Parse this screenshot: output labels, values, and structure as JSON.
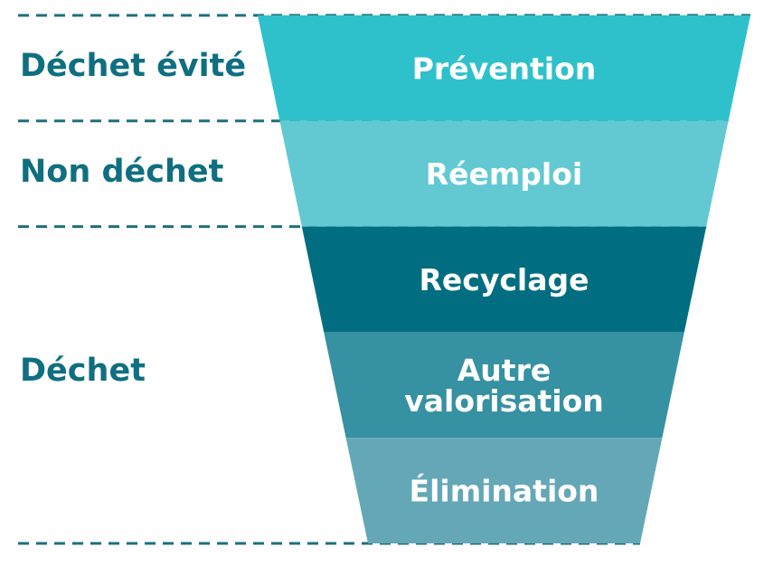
{
  "categories": [
    {
      "label": "Déchet évité"
    },
    {
      "label": "Non déchet"
    },
    {
      "label": "Déchet"
    }
  ],
  "tiers": [
    {
      "lines": [
        "Prévention"
      ],
      "color": "#2ec1cc"
    },
    {
      "lines": [
        "Réemploi"
      ],
      "color": "#62c9d3"
    },
    {
      "lines": [
        "Recyclage"
      ],
      "color": "#006e80"
    },
    {
      "lines": [
        "Autre",
        "valorisation"
      ],
      "color": "#3691a2"
    },
    {
      "lines": [
        "Élimination"
      ],
      "color": "#64a7b7"
    }
  ],
  "colors": {
    "dash": "#1f6f7c",
    "label": "#0f6f80",
    "tier_text": "#ffffff"
  }
}
